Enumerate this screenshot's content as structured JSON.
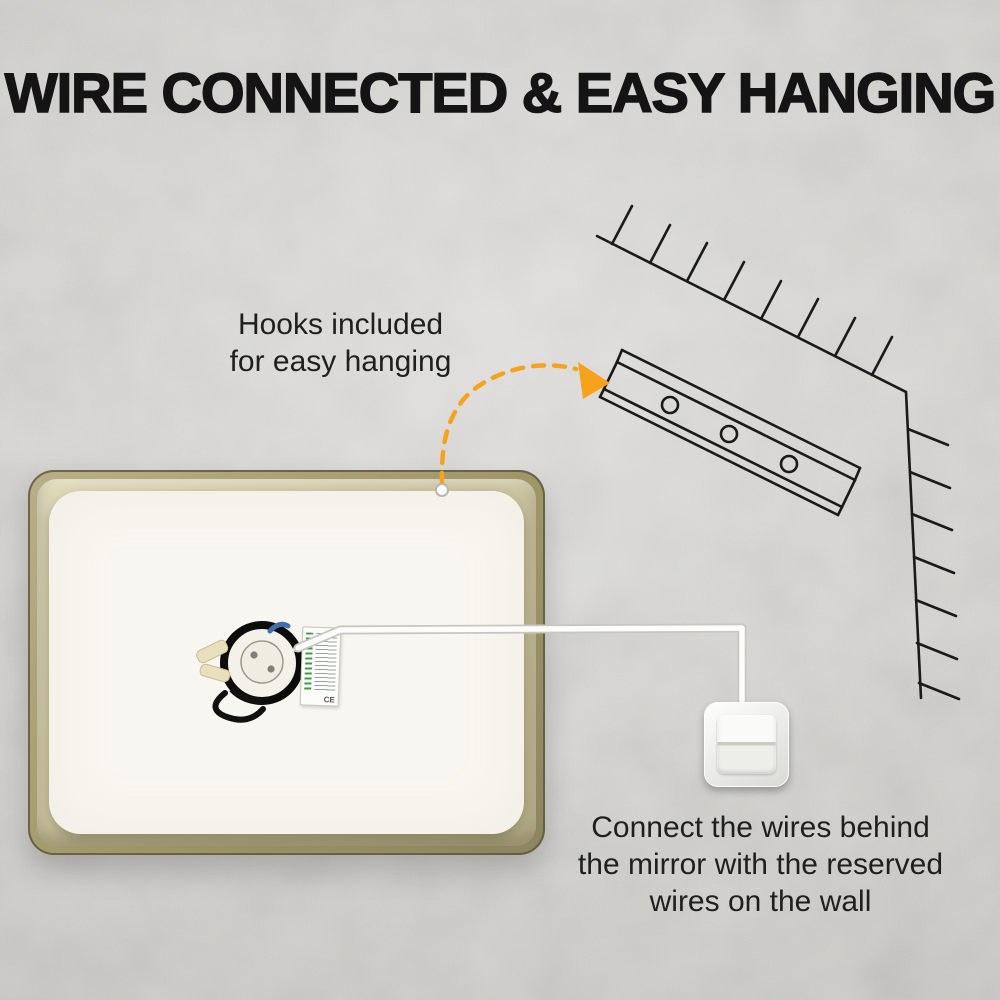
{
  "title": "WIRE CONNECTED & EASY HANGING",
  "callouts": {
    "hooks": {
      "lines": [
        "Hooks included",
        "for easy hanging"
      ]
    },
    "connect": {
      "lines": [
        "Connect the wires behind",
        "the mirror with the reserved",
        "wires on the wall"
      ]
    }
  },
  "mirror": {
    "label_mark": "CE"
  },
  "colors": {
    "wall": "#d9d8d4",
    "title_text": "#141414",
    "accent_orange": "#f6a21d",
    "frame_gold": "#a09768",
    "panel_white": "#f8f6f0",
    "line_black": "#1a1a1a",
    "wire_white": "#fcfcfa"
  },
  "icons": {
    "bracket": "wall-mounting-bracket",
    "arrow": "dashed-curved-arrow",
    "switch": "light-switch",
    "junction": "junction-box-with-wires",
    "wire": "connecting-wire",
    "dot": "hook-point-dot"
  }
}
